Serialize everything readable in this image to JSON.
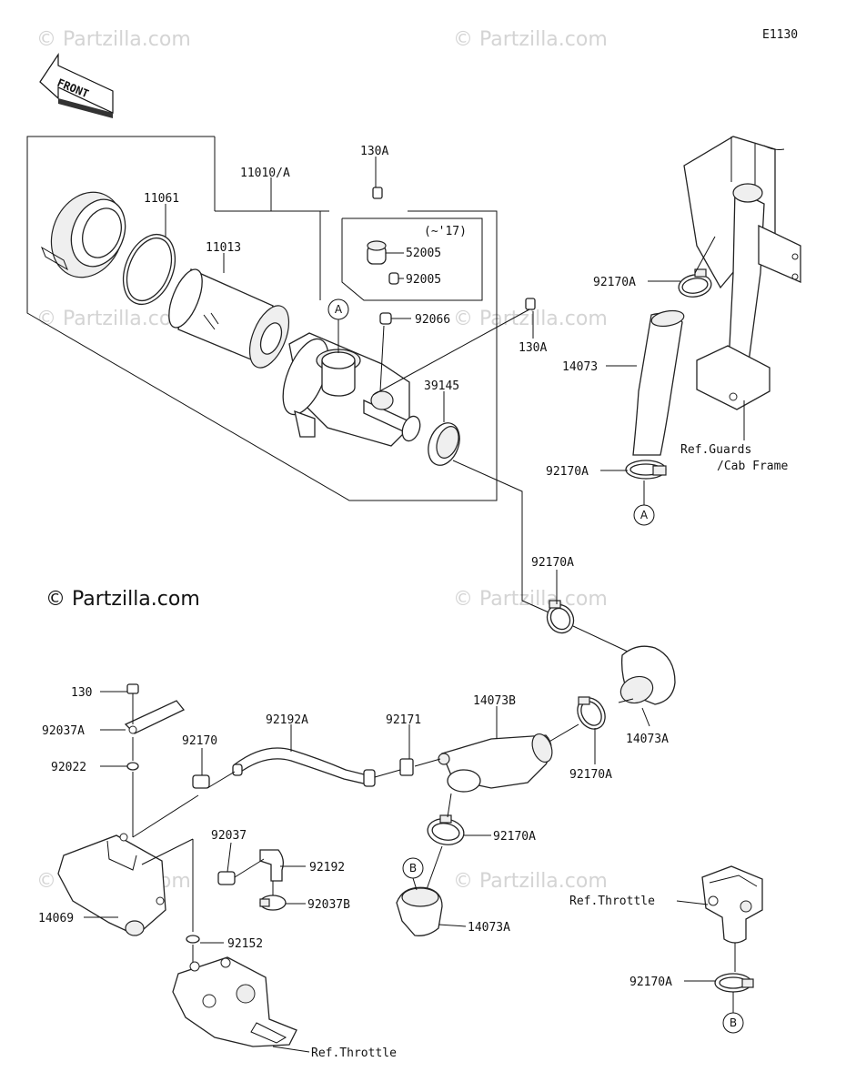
{
  "diagram_code": "E1130",
  "watermark": "© Partzilla.com",
  "brand": "© Partzilla.com",
  "front_arrow": "FRONT",
  "callouts": {
    "a_upper": "A",
    "a_lower": "A",
    "b_left": "B",
    "b_right": "B"
  },
  "labels": {
    "p11010": "11010/A",
    "p130A_top": "130A",
    "p11061": "11061",
    "p11013": "11013",
    "p17": "(~'17)",
    "p52005": "52005",
    "p92005": "92005",
    "p92066": "92066",
    "p130A_mid": "130A",
    "p39145": "39145",
    "p92170A_r1": "92170A",
    "p14073": "14073",
    "ref_guards": "Ref.Guards",
    "cab_frame": "/Cab Frame",
    "p92170A_r2": "92170A",
    "p92170A_mid": "92170A",
    "p130": "130",
    "p92037A": "92037A",
    "p92170": "92170",
    "p92192A": "92192A",
    "p92171": "92171",
    "p14073B": "14073B",
    "p14073A_r": "14073A",
    "p92022": "92022",
    "p92170A_c": "92170A",
    "p92170A_d": "92170A",
    "p92037": "92037",
    "p92192": "92192",
    "p14069": "14069",
    "p92037B": "92037B",
    "p14073A_b": "14073A",
    "p92152": "92152",
    "ref_throttle_r": "Ref.Throttle",
    "p92170A_e": "92170A",
    "ref_throttle_b": "Ref.Throttle"
  }
}
